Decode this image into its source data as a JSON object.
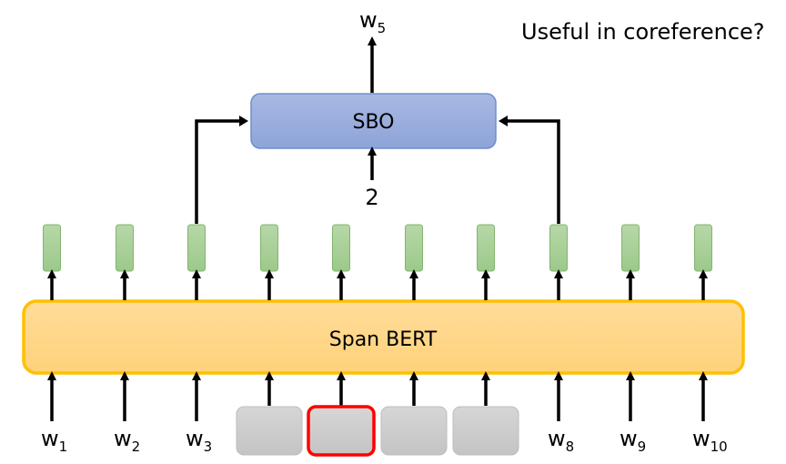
{
  "title": "Useful in coreference?",
  "sbo": {
    "label": "SBO",
    "output_label": {
      "base": "w",
      "sub": "5"
    },
    "position_input": "2"
  },
  "encoder": {
    "label": "Span BERT"
  },
  "columns": [
    {
      "token": {
        "base": "w",
        "sub": "1"
      },
      "masked": false,
      "to_sbo": false
    },
    {
      "token": {
        "base": "w",
        "sub": "2"
      },
      "masked": false,
      "to_sbo": false
    },
    {
      "token": {
        "base": "w",
        "sub": "3"
      },
      "masked": false,
      "to_sbo": true
    },
    {
      "token": null,
      "masked": true,
      "highlighted": false,
      "to_sbo": false
    },
    {
      "token": null,
      "masked": true,
      "highlighted": true,
      "to_sbo": false
    },
    {
      "token": null,
      "masked": true,
      "highlighted": false,
      "to_sbo": false
    },
    {
      "token": null,
      "masked": true,
      "highlighted": false,
      "to_sbo": false
    },
    {
      "token": {
        "base": "w",
        "sub": "8"
      },
      "masked": false,
      "to_sbo": true
    },
    {
      "token": {
        "base": "w",
        "sub": "9"
      },
      "masked": false,
      "to_sbo": false
    },
    {
      "token": {
        "base": "w",
        "sub": "10"
      },
      "masked": false,
      "to_sbo": false
    }
  ],
  "colors": {
    "encoder_fill_top": "#FFDC9A",
    "encoder_fill_bottom": "#FFD27A",
    "encoder_border": "#FFC000",
    "sbo_fill_top": "#A8B8E2",
    "sbo_fill_bottom": "#8EA4D8",
    "sbo_border": "#6F8FCF",
    "hidden_fill_top": "#B7D7A8",
    "hidden_fill_bottom": "#9CC98A",
    "hidden_border": "#82B56E",
    "mask_fill_top": "#D6D6D6",
    "mask_fill_bottom": "#C4C4C4",
    "mask_border": "#BDBDBD",
    "highlight_border": "#FF0000"
  }
}
